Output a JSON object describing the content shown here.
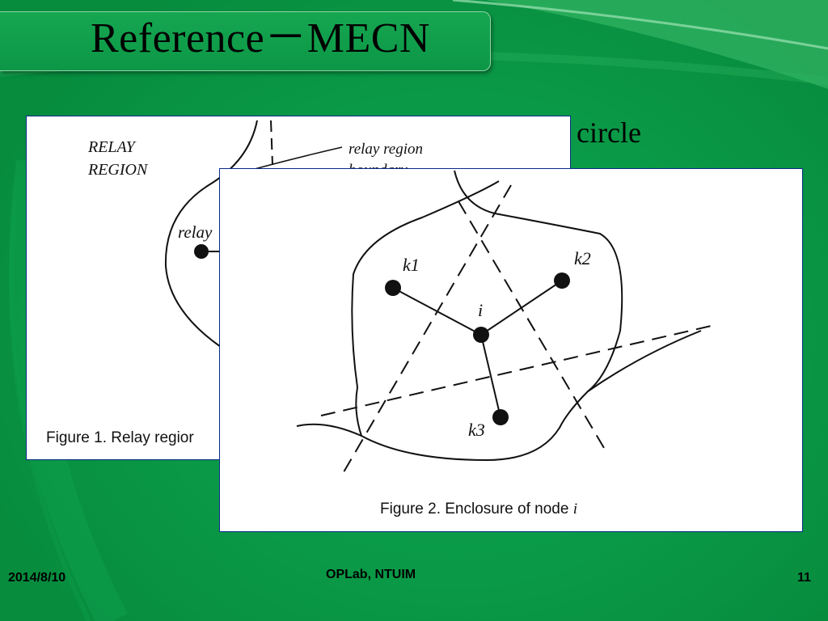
{
  "slide": {
    "title": "Reference－MECN",
    "bullet_text": "s circle",
    "footer": {
      "date": "2014/8/10",
      "center": "OPLab, NTUIM",
      "page_number": "11"
    }
  },
  "figure1": {
    "label_region_line1": "RELAY",
    "label_region_line2": "REGION",
    "label_boundary_line1": "relay region",
    "label_boundary_line2": "boundary",
    "label_relay": "relay",
    "caption": "Figure 1. Relay regior"
  },
  "figure2": {
    "node_k1": "k1",
    "node_k2": "k2",
    "node_k3": "k3",
    "node_i": "i",
    "caption_text": "Figure 2. Enclosure of node ",
    "caption_node": "i"
  },
  "colors": {
    "background": "#0a9a47",
    "title_bar": "#16a651",
    "figure_border": "#0a2a8a"
  }
}
